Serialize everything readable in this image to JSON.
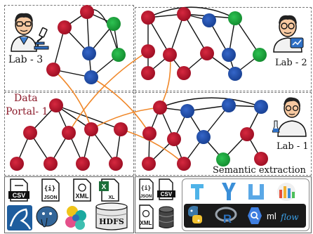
{
  "labels": {
    "lab3": "Lab - 3",
    "lab2": "Lab - 2",
    "lab1": "Lab - 1",
    "portal_line1": "Data",
    "portal_line2": "Portal- 1",
    "semantic": "Semantic extraction"
  },
  "formats": {
    "csv": "CSV",
    "json": "JSON",
    "xml": "XML",
    "xl": "XL",
    "hdfs": "HDFS",
    "mlflow": "ml",
    "mlflow_script": "flow"
  },
  "colors": {
    "red_node": "#c0122b",
    "blue_node": "#1e4fb0",
    "green_node": "#19a23a",
    "edge": "#111111",
    "cross_link": "#f0882a",
    "portal_text": "#8b1a2a"
  },
  "icons": [
    "scientist-icon",
    "microscope-icon",
    "scientist-chart-icon",
    "scientist-flask-icon",
    "csv-file-icon",
    "json-file-icon",
    "xml-file-icon",
    "excel-file-icon",
    "mysql-icon",
    "postgresql-icon",
    "elastic-icon",
    "hdfs-icon",
    "database-icon",
    "pipe-icon",
    "python-icon",
    "r-icon",
    "bigquery-icon",
    "mlflow-icon",
    "bar-chart-icon"
  ]
}
